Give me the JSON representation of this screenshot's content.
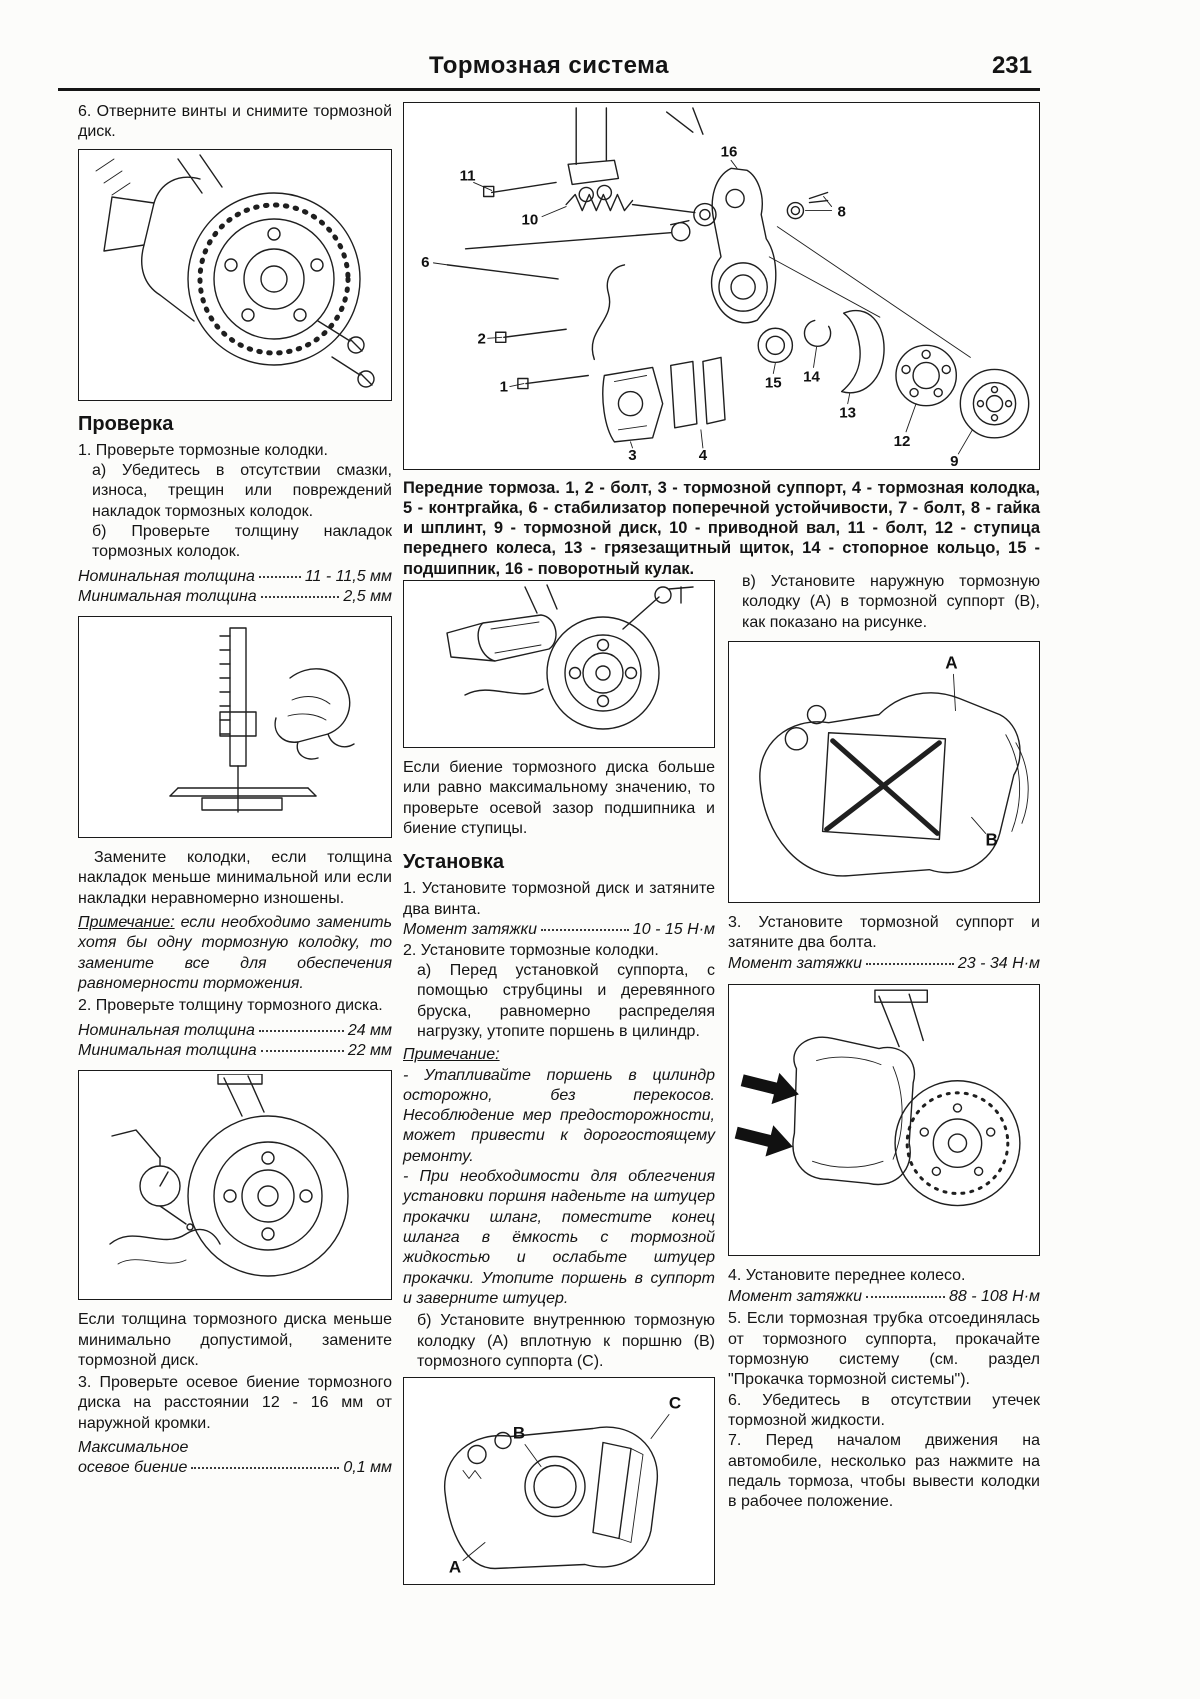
{
  "header": {
    "title": "Тормозная система",
    "page_number": "231"
  },
  "left": {
    "step6": "6. Отверните винты и снимите тормозной диск.",
    "section_check": "Проверка",
    "p1": "1. Проверьте тормозные колодки.",
    "p1a": "а) Убедитесь в отсутствии смазки, износа, трещин или повреждений накладок тормозных колодок.",
    "p1b": "б) Проверьте толщину накладок тормозных колодок.",
    "spec_nominal_pad": {
      "label": "Номинальная толщина",
      "value": "11 - 11,5 мм"
    },
    "spec_min_pad": {
      "label": "Минимальная толщина",
      "value": "2,5 мм"
    },
    "replace": "Замените колодки, если толщина накладок меньше минимальной или если накладки неравномерно изношены.",
    "note_label": "Примечание:",
    "note_body": "если необходимо заменить хотя бы одну тормозную колодку, то замените все для обеспечения равномерности торможения.",
    "p2": "2. Проверьте толщину тормозного диска.",
    "spec_nominal_disc": {
      "label": "Номинальная толщина",
      "value": "24 мм"
    },
    "spec_min_disc": {
      "label": "Минимальная толщина",
      "value": "22 мм"
    },
    "disc_replace": "Если толщина тормозного диска меньше минимально допустимой, замените тормозной диск.",
    "p3": "3. Проверьте осевое биение тормозного диска на расстоянии 12 - 16 мм от наружной кромки.",
    "runout_line1": "Максимальное",
    "spec_runout": {
      "label": "осевое биение",
      "value": "0,1 мм"
    }
  },
  "exploded": {
    "caption": "Передние тормоза. 1, 2 - болт, 3 - тормозной суппорт, 4 - тормозная колодка, 5 - контргайка, 6 - стабилизатор поперечной устойчивости, 7 - болт, 8 - гайка и шплинт, 9 - тормозной диск, 10 - приводной вал, 11 - болт, 12 - ступица переднего колеса, 13 - грязезащитный щиток, 14 - стопорное кольцо, 15 - подшипник, 16 - поворотный кулак.",
    "labels": {
      "n1": "1",
      "n2": "2",
      "n3": "3",
      "n4": "4",
      "n6": "6",
      "n8": "8",
      "n9": "9",
      "n10": "10",
      "n11": "11",
      "n12": "12",
      "n13": "13",
      "n14": "14",
      "n15": "15",
      "n16": "16"
    }
  },
  "middle": {
    "runout_text": "Если биение тормозного диска больше или равно максимальному значению, то проверьте осевой зазор подшипника и биение ступицы.",
    "section_install": "Установка",
    "i1": "1. Установите тормозной диск и затяните два винта.",
    "torque1": {
      "label": "Момент затяжки",
      "value": "10 - 15 Н·м"
    },
    "i2": "2. Установите тормозные колодки.",
    "i2a": "а) Перед установкой суппорта, с помощью струбцины и деревянного бруска, равномерно распределяя нагрузку, утопите поршень в цилиндр.",
    "note_label": "Примечание:",
    "note1": "- Утапливайте поршень в цилиндр осторожно, без перекосов. Несоблюдение мер предосторожности, может привести к дорогостоящему ремонту.",
    "note2": "- При необходимости для облегчения установки поршня наденьте на штуцер прокачки шланг, поместите конец шланга в ёмкость с тормозной жидкостью и ослабьте штуцер прокачки. Утопите поршень в суппорт и заверните штуцер.",
    "i2b": "б) Установите внутреннюю тормозную колодку (А) вплотную к поршню (В) тормозного суппорта (С).",
    "fig6_labels": {
      "a": "A",
      "b": "B",
      "c": "C"
    }
  },
  "right": {
    "i2v": "в) Установите наружную тормозную колодку (А) в тормозной суппорт (В), как показано на рисунке.",
    "fig7_labels": {
      "a": "A",
      "b": "B"
    },
    "i3": "3. Установите тормозной суппорт и затяните два болта.",
    "torque3": {
      "label": "Момент затяжки",
      "value": "23 - 34 Н·м"
    },
    "i4": "4. Установите переднее колесо.",
    "torque4": {
      "label": "Момент затяжки",
      "value": "88 - 108 Н·м"
    },
    "i5": "5. Если тормозная трубка отсоединялась от тормозного суппорта, прокачайте тормозную систему (см. раздел \"Прокачка тормозной системы\").",
    "i6": "6. Убедитесь в отсутствии утечек тормозной жидкости.",
    "i7": "7. Перед началом движения на автомобиле, несколько раз нажмите на педаль тормоза, чтобы вывести колодки в рабочее положение."
  }
}
